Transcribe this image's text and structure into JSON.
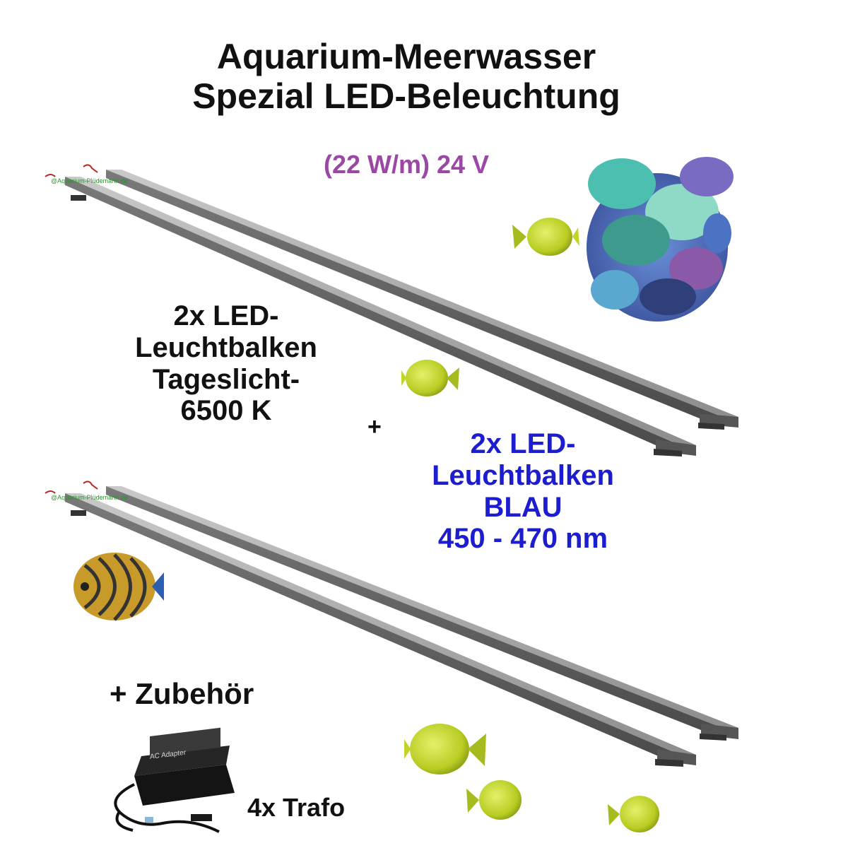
{
  "heading": {
    "line1": "Aquarium-Meerwasser",
    "line2": "Spezial LED-Beleuchtung",
    "subtitle": "(22 W/m) 24 V"
  },
  "daylight_bars": {
    "line1": "2x LED-",
    "line2": "Leuchtbalken",
    "line3": "Tageslicht-",
    "line4": "6500 K"
  },
  "plus_sign": "+",
  "blue_bars": {
    "line1": "2x LED-",
    "line2": "Leuchtbalken",
    "line3": "BLAU",
    "line4": "450 - 470 nm",
    "color": "#1d1dd0"
  },
  "accessories": {
    "label": "+ Zubehör",
    "transformer": "4x Trafo",
    "adapter_label": "AC Adapter"
  },
  "watermark": "@Aquarium-Plüdemann.de",
  "colors": {
    "subtitle": "#9a48a4",
    "blue_text": "#1d1dd0",
    "fish_yellow": "#c6d92a"
  }
}
